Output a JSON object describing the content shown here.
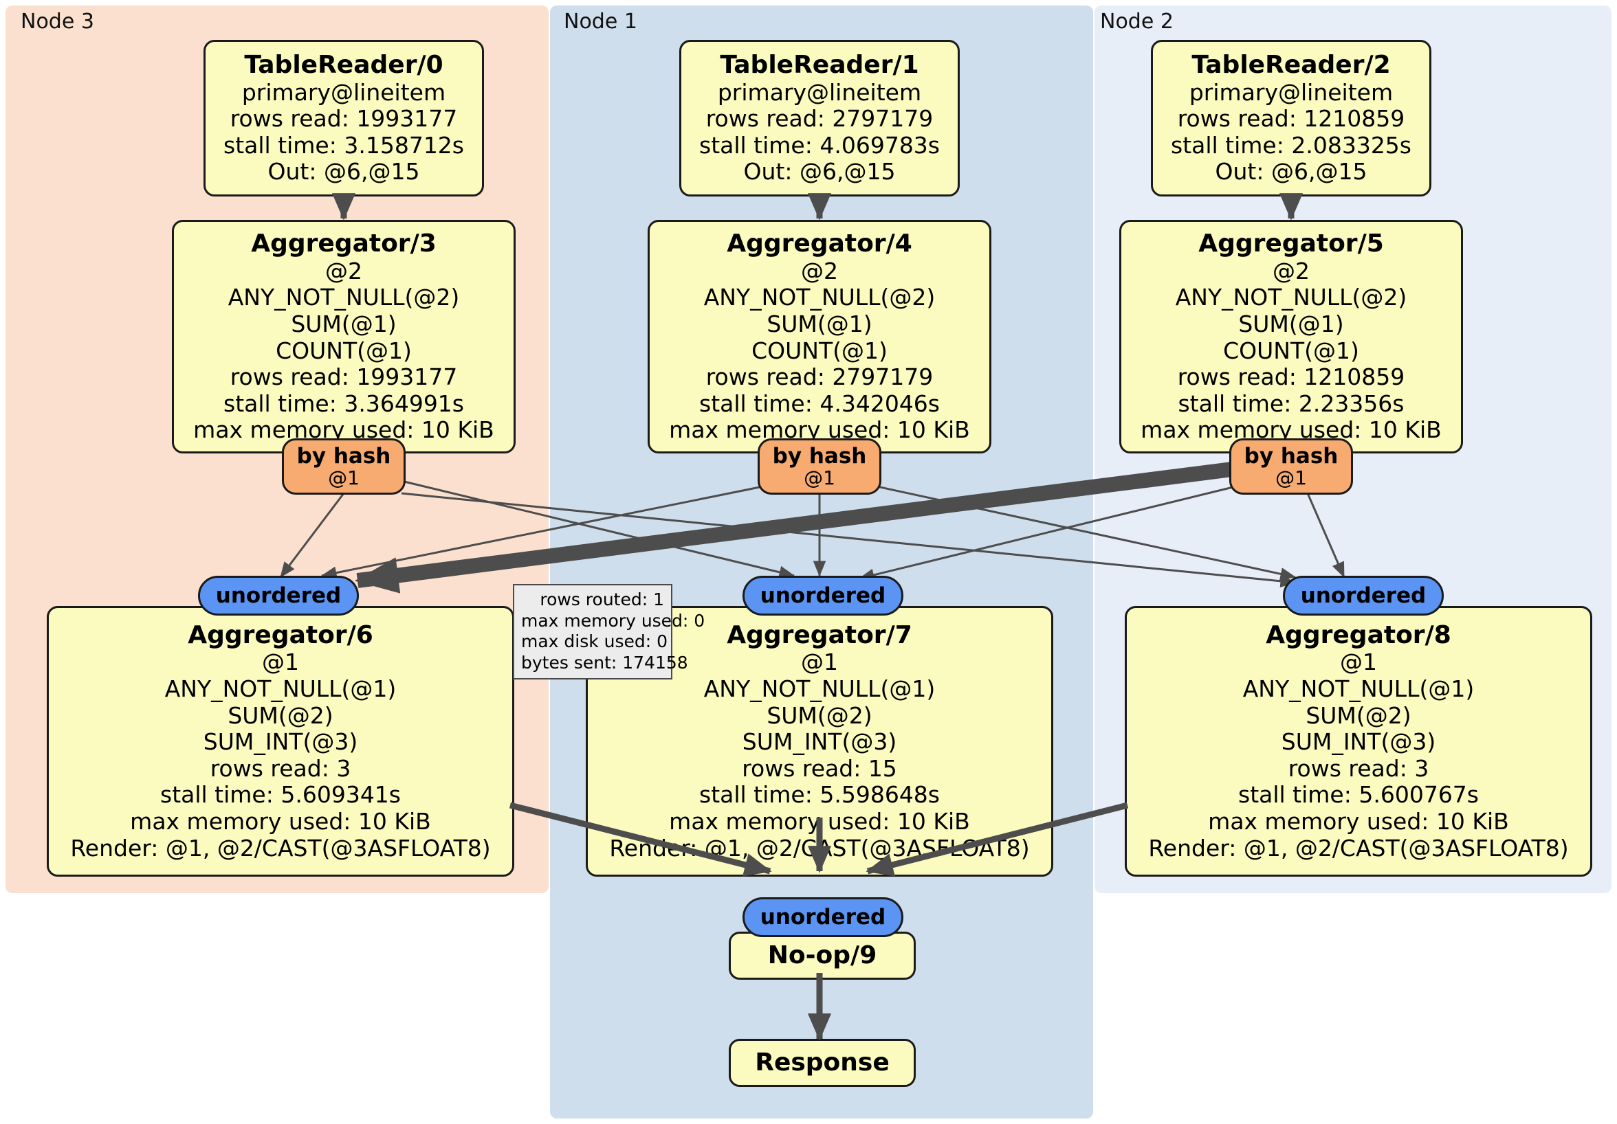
{
  "regions": [
    {
      "name": "Node 3",
      "color": "#fbe0cf"
    },
    {
      "name": "Node 1",
      "color": "#cfdeec"
    },
    {
      "name": "Node 2",
      "color": "#e8eef8"
    }
  ],
  "readers": [
    {
      "title": "TableReader/0",
      "table": "primary@lineitem",
      "rows_read": "rows read: 1993177",
      "stall_time": "stall time: 3.158712s",
      "out": "Out: @6,@15"
    },
    {
      "title": "TableReader/1",
      "table": "primary@lineitem",
      "rows_read": "rows read: 2797179",
      "stall_time": "stall time: 4.069783s",
      "out": "Out: @6,@15"
    },
    {
      "title": "TableReader/2",
      "table": "primary@lineitem",
      "rows_read": "rows read: 1210859",
      "stall_time": "stall time: 2.083325s",
      "out": "Out: @6,@15"
    }
  ],
  "aggregators_top": [
    {
      "title": "Aggregator/3",
      "group": "@2",
      "f1": "ANY_NOT_NULL(@2)",
      "f2": "SUM(@1)",
      "f3": "COUNT(@1)",
      "rows_read": "rows read: 1993177",
      "stall_time": "stall time: 3.364991s",
      "max_memory": "max memory used: 10 KiB"
    },
    {
      "title": "Aggregator/4",
      "group": "@2",
      "f1": "ANY_NOT_NULL(@2)",
      "f2": "SUM(@1)",
      "f3": "COUNT(@1)",
      "rows_read": "rows read: 2797179",
      "stall_time": "stall time: 4.342046s",
      "max_memory": "max memory used: 10 KiB"
    },
    {
      "title": "Aggregator/5",
      "group": "@2",
      "f1": "ANY_NOT_NULL(@2)",
      "f2": "SUM(@1)",
      "f3": "COUNT(@1)",
      "rows_read": "rows read: 1210859",
      "stall_time": "stall time: 2.23356s",
      "max_memory": "max memory used: 10 KiB"
    }
  ],
  "aggregators_bottom": [
    {
      "title": "Aggregator/6",
      "group": "@1",
      "f1": "ANY_NOT_NULL(@1)",
      "f2": "SUM(@2)",
      "f3": "SUM_INT(@3)",
      "rows_read": "rows read: 3",
      "stall_time": "stall time: 5.609341s",
      "max_memory": "max memory used: 10 KiB",
      "render": "Render: @1, @2/CAST(@3ASFLOAT8)"
    },
    {
      "title": "Aggregator/7",
      "group": "@1",
      "f1": "ANY_NOT_NULL(@1)",
      "f2": "SUM(@2)",
      "f3": "SUM_INT(@3)",
      "rows_read": "rows read: 15",
      "stall_time": "stall time: 5.598648s",
      "max_memory": "max memory used: 10 KiB",
      "render": "Render: @1, @2/CAST(@3ASFLOAT8)"
    },
    {
      "title": "Aggregator/8",
      "group": "@1",
      "f1": "ANY_NOT_NULL(@1)",
      "f2": "SUM(@2)",
      "f3": "SUM_INT(@3)",
      "rows_read": "rows read: 3",
      "stall_time": "stall time: 5.600767s",
      "max_memory": "max memory used: 10 KiB",
      "render": "Render: @1, @2/CAST(@3ASFLOAT8)"
    }
  ],
  "routers": [
    {
      "label": "by hash",
      "column": "@1"
    },
    {
      "label": "by hash",
      "column": "@1"
    },
    {
      "label": "by hash",
      "column": "@1"
    }
  ],
  "receivers": [
    {
      "label": "unordered"
    },
    {
      "label": "unordered"
    },
    {
      "label": "unordered"
    },
    {
      "label": "unordered"
    }
  ],
  "tooltip": {
    "rows_routed": "rows routed: 1",
    "max_memory_used": "max memory used: 0",
    "max_disk_used": "max disk used: 0",
    "bytes_sent": "bytes sent: 174158"
  },
  "final": {
    "noop": "No-op/9",
    "response": "Response"
  },
  "colors": {
    "box_fill": "#fbfbc0",
    "box_stroke": "#1a1a1a",
    "router_fill": "#f7ab70",
    "receiver_fill": "#5b94f2",
    "edge": "#4d4d4d",
    "tooltip_fill": "#ececec"
  }
}
